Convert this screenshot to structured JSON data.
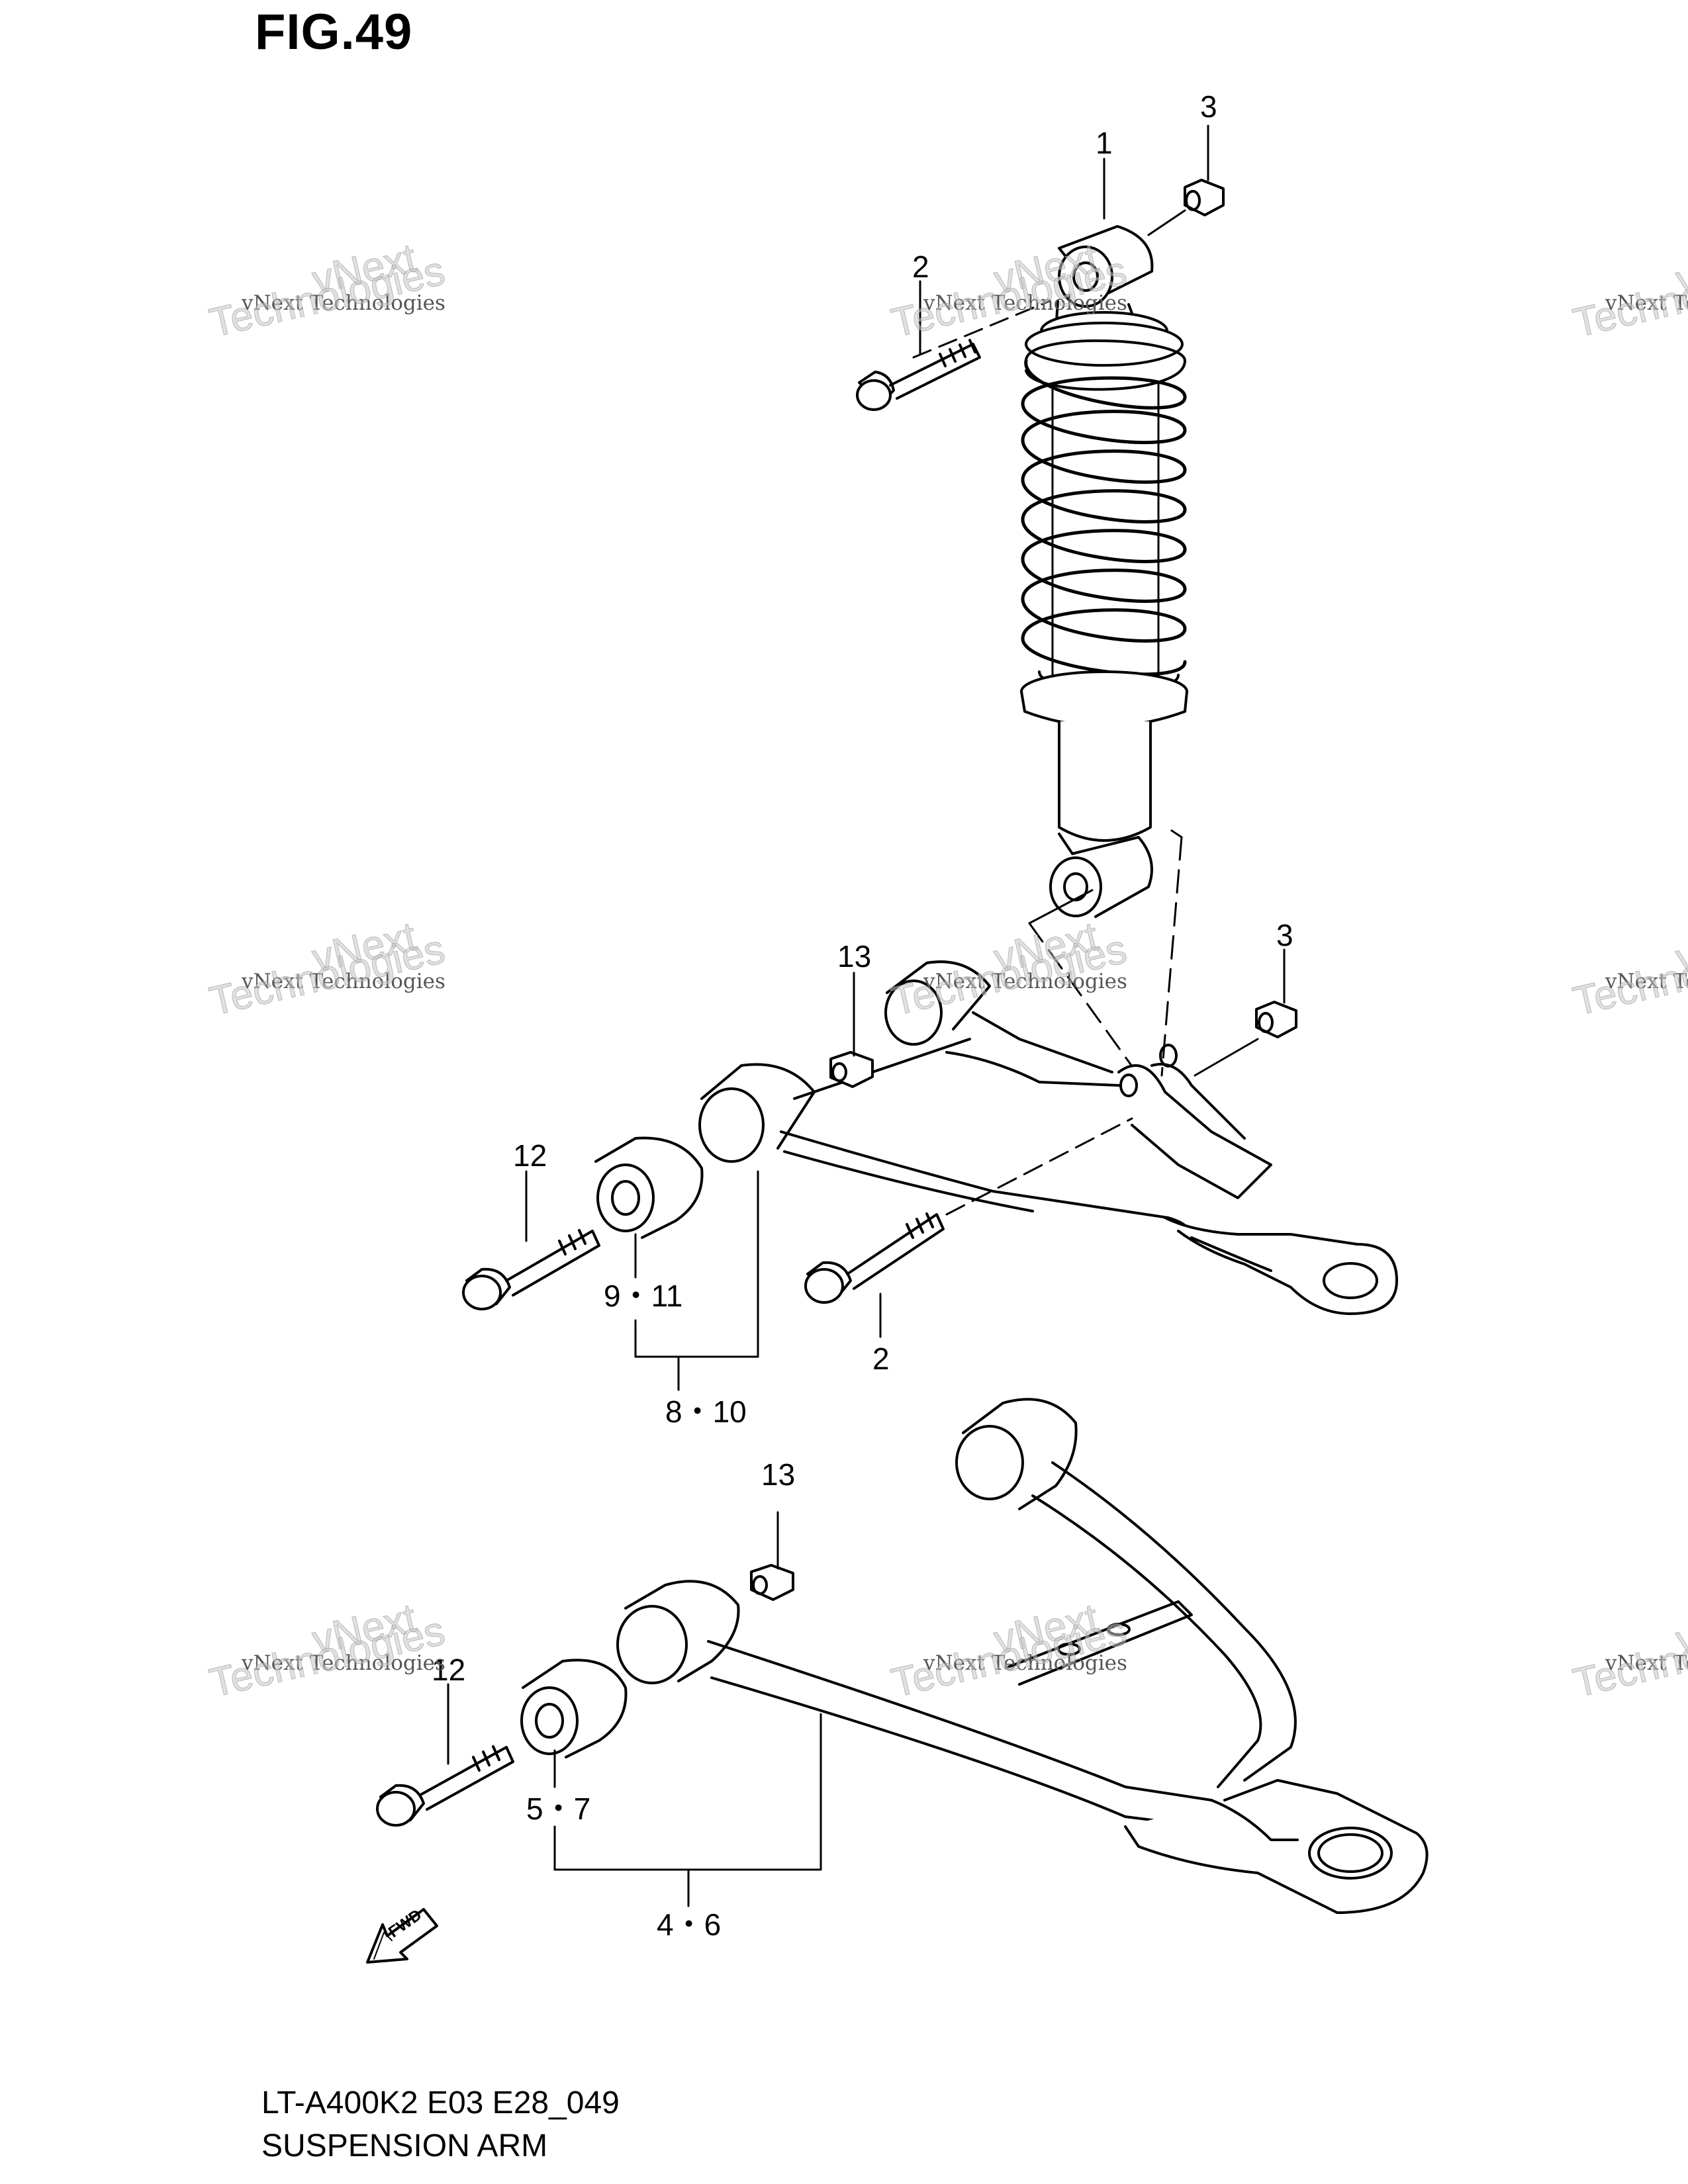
{
  "figure": {
    "title": "FIG.49"
  },
  "callouts": {
    "shock_absorber": "1",
    "upper_bolt": "2",
    "upper_nut": "3",
    "lower_nut": "3",
    "upper_arm_nut": "13",
    "upper_arm_bolt": "12",
    "upper_arm_bushing": "9・11",
    "upper_arm": "8・10",
    "lower_shock_bolt": "2",
    "lower_arm_nut": "13",
    "lower_arm_bolt": "12",
    "lower_arm_bushing": "5・7",
    "lower_arm": "4・6"
  },
  "fwd_arrow": {
    "label": "FWD",
    "icon": "fwd-arrow-icon"
  },
  "footer": {
    "model_code": "LT-A400K2 E03 E28_049",
    "section_name": "SUSPENSION ARM"
  },
  "watermark": {
    "small_text": "vNext Technologies",
    "large_line1": "vNext",
    "large_line2": "Technologies"
  }
}
